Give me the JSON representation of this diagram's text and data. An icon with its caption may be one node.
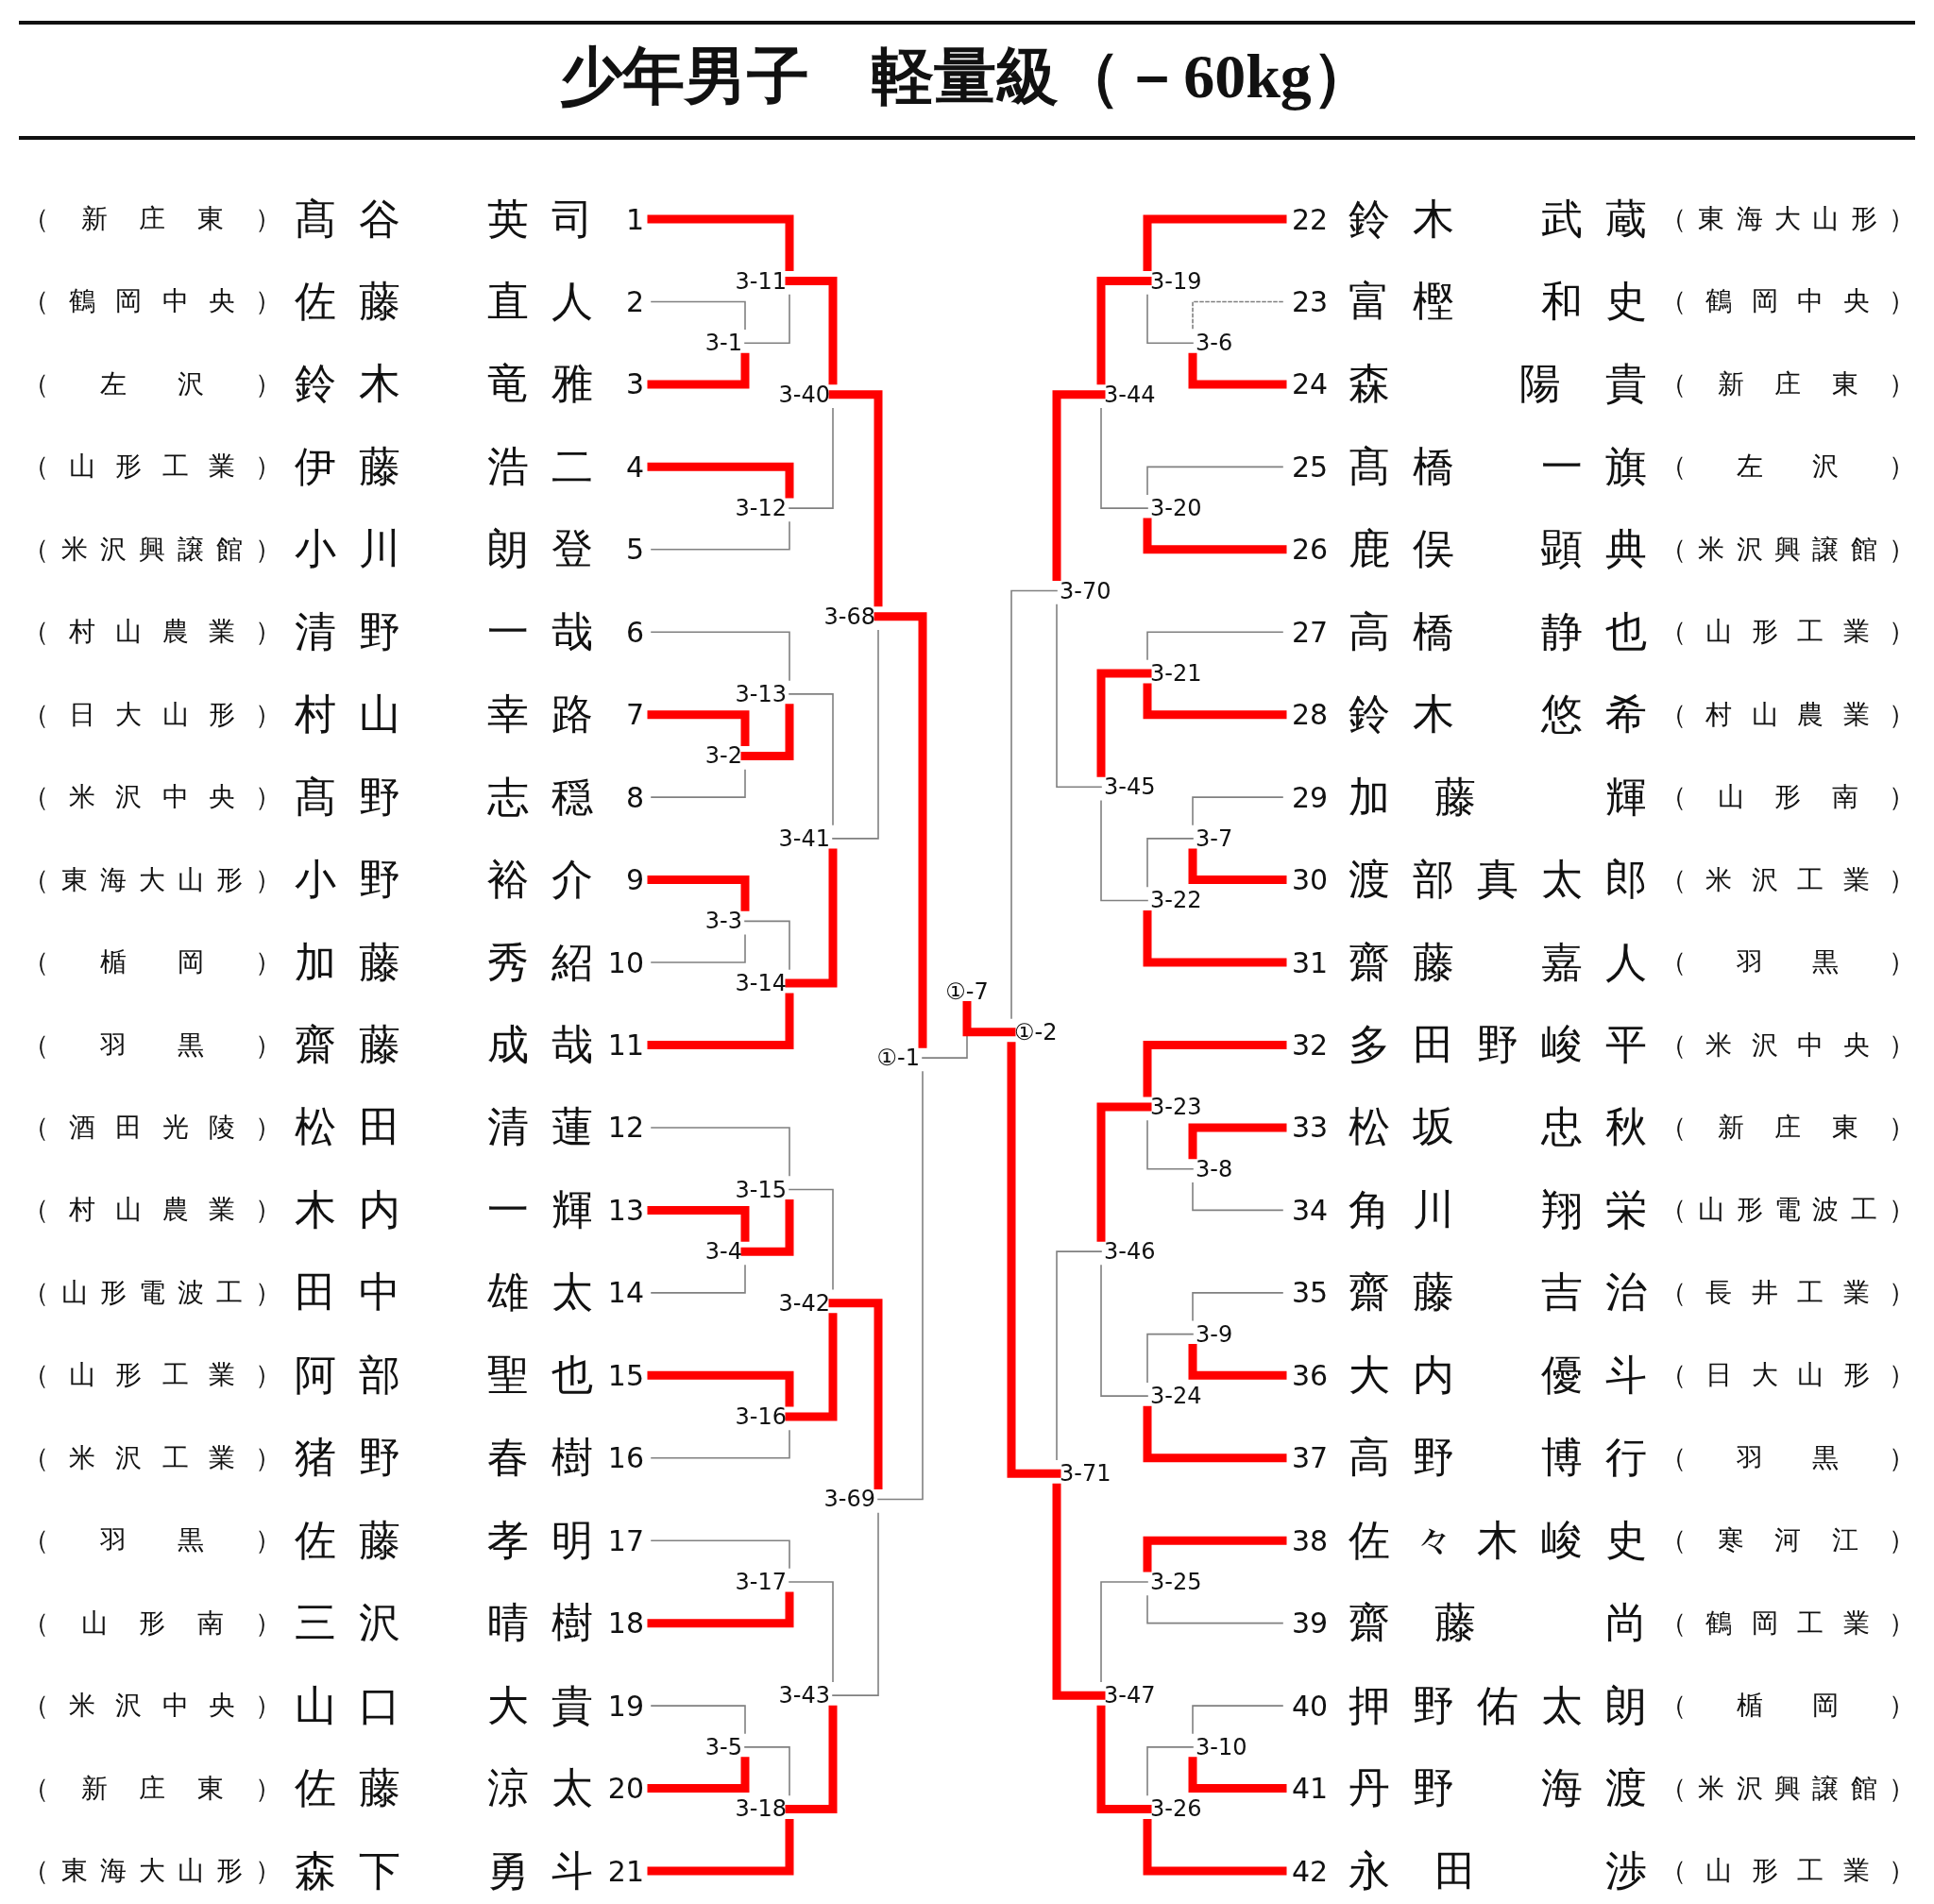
{
  "diagram": {
    "title": "少年男子　軽量級（－60kg）",
    "nodes": [
      {
        "text": [
          "（新庄東）",
          "髙谷　英司",
          "1"
        ]
      },
      {
        "text": [
          "（鶴岡中央）",
          "佐藤　直人",
          "2"
        ]
      },
      {
        "text": [
          "（左沢）",
          "鈴木　竜雅",
          "3"
        ]
      },
      {
        "text": [
          "（山形工業）",
          "伊藤　浩二",
          "4"
        ]
      },
      {
        "text": [
          "（米沢興譲館）",
          "小川　朗登",
          "5"
        ]
      },
      {
        "text": [
          "（村山農業）",
          "清野　一哉",
          "6"
        ]
      },
      {
        "text": [
          "（日大山形）",
          "村山　幸路",
          "7"
        ]
      },
      {
        "text": [
          "（米沢中央）",
          "髙野　志穏",
          "8"
        ]
      },
      {
        "text": [
          "（東海大山形）",
          "小野　裕介",
          "9"
        ]
      },
      {
        "text": [
          "（楯岡）",
          "加藤　秀紹",
          "10"
        ]
      },
      {
        "text": [
          "（羽黒）",
          "齋藤　成哉",
          "11"
        ]
      },
      {
        "text": [
          "（酒田光陵）",
          "松田　清蓮",
          "12"
        ]
      },
      {
        "text": [
          "（村山農業）",
          "木内　一輝",
          "13"
        ]
      },
      {
        "text": [
          "（山形電波工）",
          "田中　雄太",
          "14"
        ]
      },
      {
        "text": [
          "（山形工業）",
          "阿部　聖也",
          "15"
        ]
      },
      {
        "text": [
          "（米沢工業）",
          "猪野　春樹",
          "16"
        ]
      },
      {
        "text": [
          "（羽黒）",
          "佐藤　孝明",
          "17"
        ]
      },
      {
        "text": [
          "（山形南）",
          "三沢　晴樹",
          "18"
        ]
      },
      {
        "text": [
          "（米沢中央）",
          "山口　大貴",
          "19"
        ]
      },
      {
        "text": [
          "（新庄東）",
          "佐藤　涼太",
          "20"
        ]
      },
      {
        "text": [
          "（東海大山形）",
          "森下　勇斗",
          "21"
        ]
      },
      {
        "text": [
          "22",
          "鈴木　武蔵",
          "（東海大山形）"
        ]
      },
      {
        "text": [
          "23",
          "富樫　和史",
          "（鶴岡中央）"
        ]
      },
      {
        "text": [
          "24",
          "森　陽貴",
          "（新庄東）"
        ]
      },
      {
        "text": [
          "25",
          "髙橋　一旗",
          "（左沢）"
        ]
      },
      {
        "text": [
          "26",
          "鹿俣　顕典",
          "（米沢興譲館）"
        ]
      },
      {
        "text": [
          "27",
          "高橋　静也",
          "（山形工業）"
        ]
      },
      {
        "text": [
          "28",
          "鈴木　悠希",
          "（村山農業）"
        ]
      },
      {
        "text": [
          "29",
          "加藤　輝",
          "（山形南）"
        ]
      },
      {
        "text": [
          "30",
          "渡部真太郎",
          "（米沢工業）"
        ]
      },
      {
        "text": [
          "31",
          "齋藤　嘉人",
          "（羽黒）"
        ]
      },
      {
        "text": [
          "32",
          "多田野峻平",
          "（米沢中央）"
        ]
      },
      {
        "text": [
          "33",
          "松坂　忠秋",
          "（新庄東）"
        ]
      },
      {
        "text": [
          "34",
          "角川　翔栄",
          "（山形電波工）"
        ]
      },
      {
        "text": [
          "35",
          "齋藤　吉治",
          "（長井工業）"
        ]
      },
      {
        "text": [
          "36",
          "大内　優斗",
          "（日大山形）"
        ]
      },
      {
        "text": [
          "37",
          "高野　博行",
          "（羽黒）"
        ]
      },
      {
        "text": [
          "38",
          "佐々木峻史",
          "（寒河江）"
        ]
      },
      {
        "text": [
          "39",
          "齋藤　尚",
          "（鶴岡工業）"
        ]
      },
      {
        "text": [
          "40",
          "押野佑太朗",
          "（楯岡）"
        ]
      },
      {
        "text": [
          "41",
          "丹野　海渡",
          "（米沢興譲館）"
        ]
      },
      {
        "text": [
          "42",
          "永田　渉",
          "（山形工業）"
        ]
      },
      {
        "text": [
          "3-1"
        ]
      },
      {
        "text": [
          "3-2"
        ]
      },
      {
        "text": [
          "3-3"
        ]
      },
      {
        "text": [
          "3-4"
        ]
      },
      {
        "text": [
          "3-5"
        ]
      },
      {
        "text": [
          "3-6"
        ]
      },
      {
        "text": [
          "3-7"
        ]
      },
      {
        "text": [
          "3-8"
        ]
      },
      {
        "text": [
          "3-9"
        ]
      },
      {
        "text": [
          "3-10"
        ]
      },
      {
        "text": [
          "3-11"
        ]
      },
      {
        "text": [
          "3-12"
        ]
      },
      {
        "text": [
          "3-13"
        ]
      },
      {
        "text": [
          "3-14"
        ]
      },
      {
        "text": [
          "3-15"
        ]
      },
      {
        "text": [
          "3-16"
        ]
      },
      {
        "text": [
          "3-17"
        ]
      },
      {
        "text": [
          "3-18"
        ]
      },
      {
        "text": [
          "3-19"
        ]
      },
      {
        "text": [
          "3-20"
        ]
      },
      {
        "text": [
          "3-21"
        ]
      },
      {
        "text": [
          "3-22"
        ]
      },
      {
        "text": [
          "3-23"
        ]
      },
      {
        "text": [
          "3-24"
        ]
      },
      {
        "text": [
          "3-25"
        ]
      },
      {
        "text": [
          "3-26"
        ]
      },
      {
        "text": [
          "3-40"
        ]
      },
      {
        "text": [
          "3-41"
        ]
      },
      {
        "text": [
          "3-42"
        ]
      },
      {
        "text": [
          "3-43"
        ]
      },
      {
        "text": [
          "3-44"
        ]
      },
      {
        "text": [
          "3-45"
        ]
      },
      {
        "text": [
          "3-46"
        ]
      },
      {
        "text": [
          "3-47"
        ]
      },
      {
        "text": [
          "3-68"
        ]
      },
      {
        "text": [
          "3-69"
        ]
      },
      {
        "text": [
          "3-70"
        ]
      },
      {
        "text": [
          "3-71"
        ]
      },
      {
        "text": [
          "①-1"
        ]
      },
      {
        "text": [
          "①-2"
        ]
      },
      {
        "text": [
          "①-7"
        ]
      }
    ],
    "edges": [
      {
        "from": 1,
        "to": 42,
        "arrow": "none",
        "color": "#808080"
      },
      {
        "from": 2,
        "to": 42,
        "arrow": "none",
        "style": "thick",
        "color": "#ff0000"
      },
      {
        "from": 0,
        "to": 52,
        "arrow": "none",
        "style": "thick",
        "color": "#ff0000"
      },
      {
        "from": 42,
        "to": 52,
        "arrow": "none",
        "color": "#808080"
      },
      {
        "from": 3,
        "to": 53,
        "arrow": "none",
        "style": "thick",
        "color": "#ff0000"
      },
      {
        "from": 4,
        "to": 53,
        "arrow": "none",
        "color": "#808080"
      },
      {
        "from": 52,
        "to": 68,
        "arrow": "none",
        "style": "thick",
        "color": "#ff0000"
      },
      {
        "from": 53,
        "to": 68,
        "arrow": "none",
        "color": "#808080"
      },
      {
        "from": 6,
        "to": 43,
        "arrow": "none",
        "style": "thick",
        "color": "#ff0000"
      },
      {
        "from": 7,
        "to": 43,
        "arrow": "none",
        "color": "#808080"
      },
      {
        "from": 5,
        "to": 54,
        "arrow": "none",
        "color": "#808080"
      },
      {
        "from": 43,
        "to": 54,
        "arrow": "none",
        "style": "thick",
        "color": "#ff0000"
      },
      {
        "from": 8,
        "to": 44,
        "arrow": "none",
        "style": "thick",
        "color": "#ff0000"
      },
      {
        "from": 9,
        "to": 44,
        "arrow": "none",
        "color": "#808080"
      },
      {
        "from": 44,
        "to": 55,
        "arrow": "none",
        "color": "#808080"
      },
      {
        "from": 10,
        "to": 55,
        "arrow": "none",
        "style": "thick",
        "color": "#ff0000"
      },
      {
        "from": 54,
        "to": 69,
        "arrow": "none",
        "color": "#808080"
      },
      {
        "from": 55,
        "to": 69,
        "arrow": "none",
        "style": "thick",
        "color": "#ff0000"
      },
      {
        "from": 68,
        "to": 76,
        "arrow": "none",
        "style": "thick",
        "color": "#ff0000"
      },
      {
        "from": 69,
        "to": 76,
        "arrow": "none",
        "color": "#808080"
      },
      {
        "from": 12,
        "to": 45,
        "arrow": "none",
        "style": "thick",
        "color": "#ff0000"
      },
      {
        "from": 13,
        "to": 45,
        "arrow": "none",
        "color": "#808080"
      },
      {
        "from": 11,
        "to": 56,
        "arrow": "none",
        "color": "#808080"
      },
      {
        "from": 45,
        "to": 56,
        "arrow": "none",
        "style": "thick",
        "color": "#ff0000"
      },
      {
        "from": 14,
        "to": 57,
        "arrow": "none",
        "style": "thick",
        "color": "#ff0000"
      },
      {
        "from": 15,
        "to": 57,
        "arrow": "none",
        "color": "#808080"
      },
      {
        "from": 56,
        "to": 70,
        "arrow": "none",
        "color": "#808080"
      },
      {
        "from": 57,
        "to": 70,
        "arrow": "none",
        "style": "thick",
        "color": "#ff0000"
      },
      {
        "from": 16,
        "to": 58,
        "arrow": "none",
        "color": "#808080"
      },
      {
        "from": 17,
        "to": 58,
        "arrow": "none",
        "style": "thick",
        "color": "#ff0000"
      },
      {
        "from": 18,
        "to": 46,
        "arrow": "none",
        "color": "#808080"
      },
      {
        "from": 19,
        "to": 46,
        "arrow": "none",
        "style": "thick",
        "color": "#ff0000"
      },
      {
        "from": 46,
        "to": 59,
        "arrow": "none",
        "color": "#808080"
      },
      {
        "from": 20,
        "to": 59,
        "arrow": "none",
        "style": "thick",
        "color": "#ff0000"
      },
      {
        "from": 58,
        "to": 71,
        "arrow": "none",
        "color": "#808080"
      },
      {
        "from": 59,
        "to": 71,
        "arrow": "none",
        "style": "thick",
        "color": "#ff0000"
      },
      {
        "from": 70,
        "to": 77,
        "arrow": "none",
        "style": "thick",
        "color": "#ff0000"
      },
      {
        "from": 71,
        "to": 77,
        "arrow": "none",
        "color": "#808080"
      },
      {
        "from": 76,
        "to": 80,
        "arrow": "none",
        "style": "thick",
        "color": "#ff0000"
      },
      {
        "from": 77,
        "to": 80,
        "arrow": "none",
        "color": "#808080"
      },
      {
        "from": 22,
        "to": 47,
        "arrow": "none",
        "style": "dashed",
        "color": "#808080"
      },
      {
        "from": 23,
        "to": 47,
        "arrow": "none",
        "style": "thick",
        "color": "#ff0000"
      },
      {
        "from": 21,
        "to": 60,
        "arrow": "none",
        "style": "thick",
        "color": "#ff0000"
      },
      {
        "from": 47,
        "to": 60,
        "arrow": "none",
        "color": "#808080"
      },
      {
        "from": 24,
        "to": 61,
        "arrow": "none",
        "color": "#808080"
      },
      {
        "from": 25,
        "to": 61,
        "arrow": "none",
        "style": "thick",
        "color": "#ff0000"
      },
      {
        "from": 60,
        "to": 72,
        "arrow": "none",
        "style": "thick",
        "color": "#ff0000"
      },
      {
        "from": 61,
        "to": 72,
        "arrow": "none",
        "color": "#808080"
      },
      {
        "from": 26,
        "to": 62,
        "arrow": "none",
        "color": "#808080"
      },
      {
        "from": 27,
        "to": 62,
        "arrow": "none",
        "style": "thick",
        "color": "#ff0000"
      },
      {
        "from": 28,
        "to": 48,
        "arrow": "none",
        "color": "#808080"
      },
      {
        "from": 29,
        "to": 48,
        "arrow": "none",
        "style": "thick",
        "color": "#ff0000"
      },
      {
        "from": 48,
        "to": 63,
        "arrow": "none",
        "color": "#808080"
      },
      {
        "from": 30,
        "to": 63,
        "arrow": "none",
        "style": "thick",
        "color": "#ff0000"
      },
      {
        "from": 62,
        "to": 73,
        "arrow": "none",
        "style": "thick",
        "color": "#ff0000"
      },
      {
        "from": 63,
        "to": 73,
        "arrow": "none",
        "color": "#808080"
      },
      {
        "from": 72,
        "to": 78,
        "arrow": "none",
        "style": "thick",
        "color": "#ff0000"
      },
      {
        "from": 73,
        "to": 78,
        "arrow": "none",
        "color": "#808080"
      },
      {
        "from": 32,
        "to": 49,
        "arrow": "none",
        "style": "thick",
        "color": "#ff0000"
      },
      {
        "from": 33,
        "to": 49,
        "arrow": "none",
        "color": "#808080"
      },
      {
        "from": 31,
        "to": 64,
        "arrow": "none",
        "style": "thick",
        "color": "#ff0000"
      },
      {
        "from": 49,
        "to": 64,
        "arrow": "none",
        "color": "#808080"
      },
      {
        "from": 34,
        "to": 50,
        "arrow": "none",
        "color": "#808080"
      },
      {
        "from": 35,
        "to": 50,
        "arrow": "none",
        "style": "thick",
        "color": "#ff0000"
      },
      {
        "from": 50,
        "to": 65,
        "arrow": "none",
        "color": "#808080"
      },
      {
        "from": 36,
        "to": 65,
        "arrow": "none",
        "style": "thick",
        "color": "#ff0000"
      },
      {
        "from": 64,
        "to": 74,
        "arrow": "none",
        "style": "thick",
        "color": "#ff0000"
      },
      {
        "from": 65,
        "to": 74,
        "arrow": "none",
        "color": "#808080"
      },
      {
        "from": 37,
        "to": 66,
        "arrow": "none",
        "style": "thick",
        "color": "#ff0000"
      },
      {
        "from": 38,
        "to": 66,
        "arrow": "none",
        "color": "#808080"
      },
      {
        "from": 39,
        "to": 51,
        "arrow": "none",
        "color": "#808080"
      },
      {
        "from": 40,
        "to": 51,
        "arrow": "none",
        "style": "thick",
        "color": "#ff0000"
      },
      {
        "from": 51,
        "to": 67,
        "arrow": "none",
        "color": "#808080"
      },
      {
        "from": 41,
        "to": 67,
        "arrow": "none",
        "style": "thick",
        "color": "#ff0000"
      },
      {
        "from": 66,
        "to": 75,
        "arrow": "none",
        "color": "#808080"
      },
      {
        "from": 67,
        "to": 75,
        "arrow": "none",
        "style": "thick",
        "color": "#ff0000"
      },
      {
        "from": 74,
        "to": 79,
        "arrow": "none",
        "color": "#808080"
      },
      {
        "from": 75,
        "to": 79,
        "arrow": "none",
        "style": "thick",
        "color": "#ff0000"
      },
      {
        "from": 78,
        "to": 81,
        "arrow": "none",
        "color": "#808080"
      },
      {
        "from": 79,
        "to": 81,
        "arrow": "none",
        "style": "thick",
        "color": "#ff0000"
      },
      {
        "from": 80,
        "to": 82,
        "arrow": "none",
        "color": "#808080"
      },
      {
        "from": 81,
        "to": 82,
        "arrow": "none",
        "style": "thick",
        "color": "#ff0000"
      }
    ]
  }
}
